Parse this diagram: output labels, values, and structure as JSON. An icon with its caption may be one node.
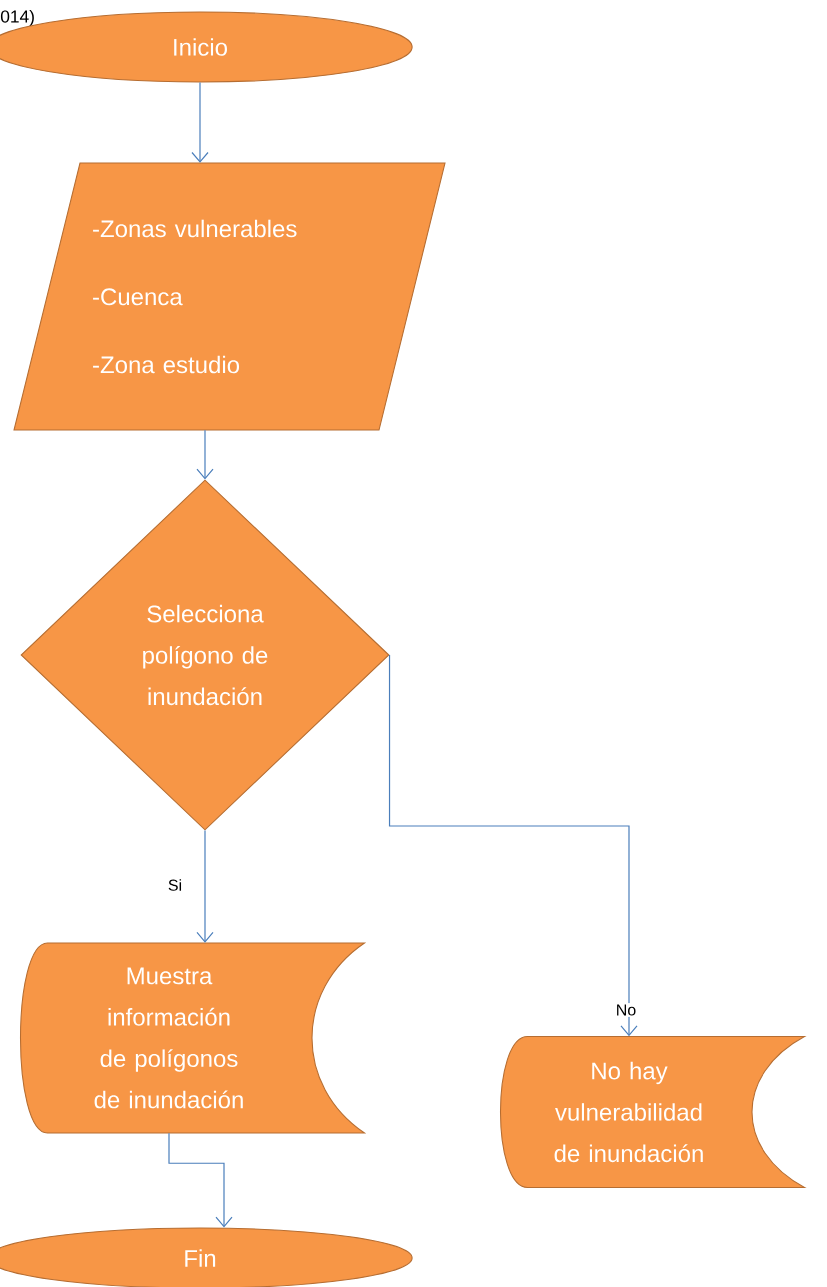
{
  "diagram": {
    "nodes": [
      {
        "text": [
          "Inicio"
        ]
      },
      {
        "text": [
          "-Zonas vulnerables",
          "-Cuenca",
          "-Zona estudio"
        ]
      },
      {
        "text": [
          "Selecciona polígono de inundación"
        ]
      },
      {
        "text": [
          "Muestra información de polígonos de inundación"
        ]
      },
      {
        "text": [
          "No hay vulnerabilidad de inundación"
        ]
      },
      {
        "text": [
          "Fin"
        ]
      }
    ],
    "edges": [
      {
        "from": 0,
        "to": 1,
        "arrow": "to"
      },
      {
        "from": 1,
        "to": 2,
        "arrow": "to"
      },
      {
        "from": 2,
        "to": 3,
        "arrow": "to",
        "label": "Si"
      },
      {
        "from": 2,
        "to": 4,
        "arrow": "to",
        "label": "No"
      },
      {
        "from": 3,
        "to": 5,
        "arrow": "to"
      }
    ],
    "labels": [
      "014)"
    ]
  }
}
